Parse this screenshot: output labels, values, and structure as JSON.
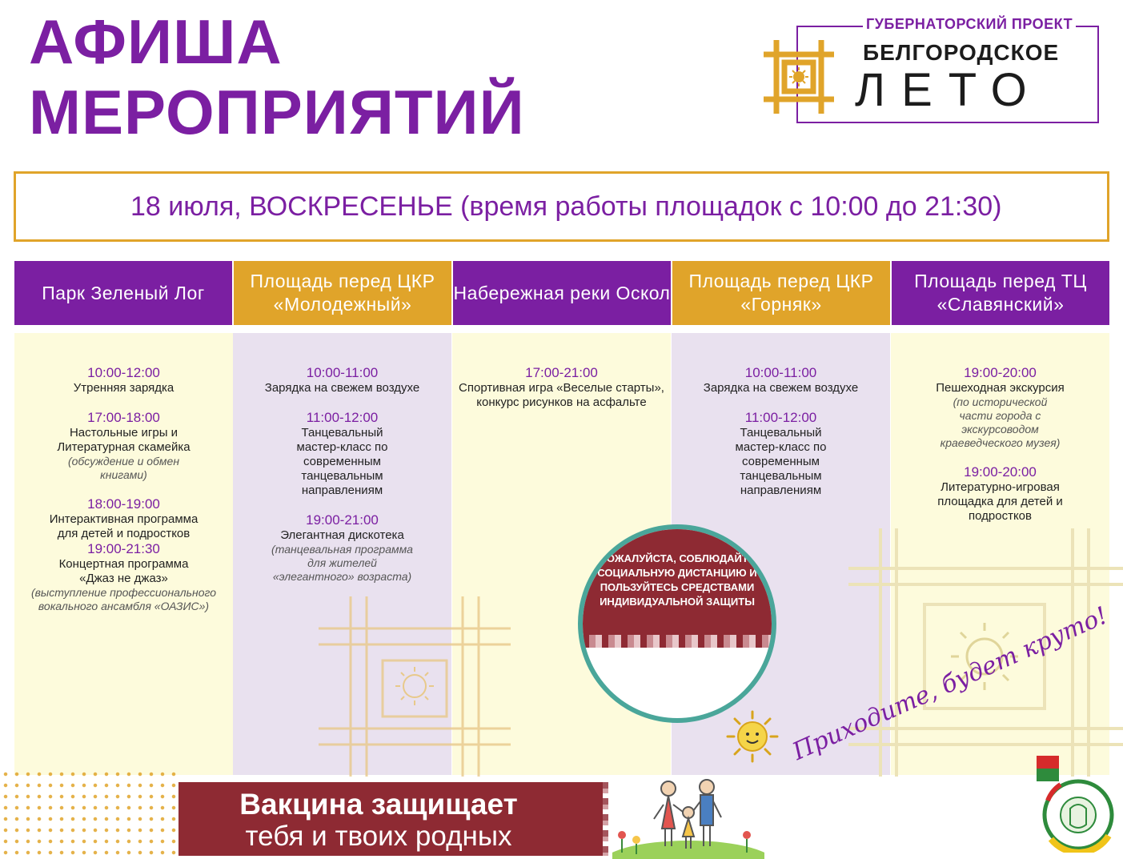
{
  "title": {
    "line1": "АФИША",
    "line2": "МЕРОПРИЯТИЙ"
  },
  "logo": {
    "project": "ГУБЕРНАТОРСКИЙ ПРОЕКТ",
    "name1": "БЕЛГОРОДСКОЕ",
    "name2": "ЛЕТО"
  },
  "date_line": "18 июля, ВОСКРЕСЕНЬЕ (время работы площадок с 10:00 до 21:30)",
  "venues": [
    {
      "name": "Парк Зеленый Лог",
      "color": "#7b1fa2"
    },
    {
      "name": "Площадь перед ЦКР «Молодежный»",
      "color": "#e0a42a"
    },
    {
      "name": "Набережная реки Оскол",
      "color": "#7b1fa2"
    },
    {
      "name": "Площадь перед ЦКР «Горняк»",
      "color": "#e0a42a"
    },
    {
      "name": "Площадь перед ТЦ «Славянский»",
      "color": "#7b1fa2"
    }
  ],
  "events": {
    "c1": [
      {
        "time": "10:00-12:00",
        "desc": "Утренняя зарядка",
        "note": ""
      },
      {
        "time": "17:00-18:00",
        "desc": "Настольные игры и Литературная скамейка",
        "note": "(обсуждение и обмен книгами)"
      },
      {
        "time": "18:00-19:00",
        "desc": "Интерактивная программа для детей и подростков",
        "note": ""
      },
      {
        "time": "19:00-21:30",
        "desc": "Концертная программа «Джаз не джаз»",
        "note": "(выступление профессионального вокального ансамбля «ОАЗИС»)"
      }
    ],
    "c2": [
      {
        "time": "10:00-11:00",
        "desc": "Зарядка на свежем воздухе",
        "note": ""
      },
      {
        "time": "11:00-12:00",
        "desc": "Танцевальный мастер-класс по современным танцевальным направлениям",
        "note": ""
      },
      {
        "time": "19:00-21:00",
        "desc": "Элегантная дискотека",
        "note": "(танцевальная программа для жителей «элегантного» возраста)"
      }
    ],
    "c3": [
      {
        "time": "17:00-21:00",
        "desc": "Спортивная игра «Веселые старты», конкурс рисунков на асфальте",
        "note": ""
      }
    ],
    "c4": [
      {
        "time": "10:00-11:00",
        "desc": "Зарядка на свежем воздухе",
        "note": ""
      },
      {
        "time": "11:00-12:00",
        "desc": "Танцевальный мастер-класс по современным танцевальным направлениям",
        "note": ""
      }
    ],
    "c5": [
      {
        "time": "19:00-20:00",
        "desc": "Пешеходная экскурсия",
        "note": "(по исторической части города с экскурсоводом краеведческого музея)"
      },
      {
        "time": "19:00-20:00",
        "desc": "Литературно-игровая площадка для детей и подростков",
        "note": ""
      }
    ]
  },
  "badge": "ПОЖАЛУЙСТА, СОБЛЮДАЙТЕ СОЦИАЛЬНУЮ ДИСТАНЦИЮ И ПОЛЬЗУЙТЕСЬ СРЕДСТВАМИ ИНДИВИДУАЛЬНОЙ ЗАЩИТЫ",
  "vaccine": {
    "line1": "Вакцина защищает",
    "line2": "тебя и твоих родных"
  },
  "slogan": "Приходите, будет круто!",
  "colors": {
    "purple": "#7b1fa2",
    "gold": "#e0a42a",
    "burgundy": "#8e2a33",
    "teal": "#4aa69a"
  }
}
